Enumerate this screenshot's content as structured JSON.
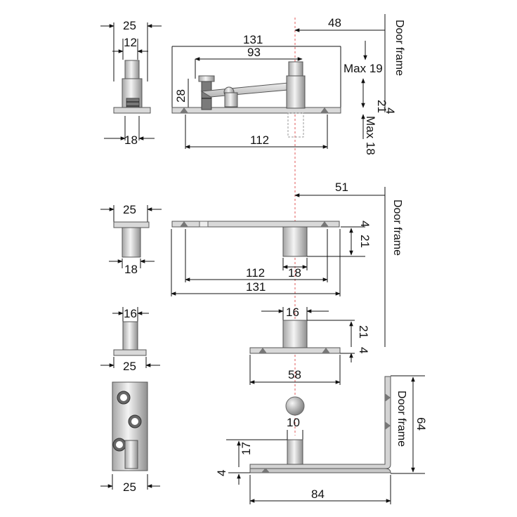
{
  "diagram": {
    "colors": {
      "metal_light": "#f2f2f2",
      "metal_dark": "#9a9a9a",
      "line": "#111111",
      "axis": "#e05a5a"
    },
    "door_frame_label": "Door frame",
    "top_section": {
      "side": {
        "d25": "25",
        "d12": "12",
        "d18": "18"
      },
      "front": {
        "d131": "131",
        "d93": "93",
        "d48": "48",
        "d28": "28",
        "max19": "Max 19",
        "d21": "21",
        "d4": "4",
        "max18": "Max 18",
        "d112": "112"
      }
    },
    "mid_section": {
      "side": {
        "d25": "25",
        "d18": "18"
      },
      "front": {
        "d51": "51",
        "d4": "4",
        "d21": "21",
        "d112": "112",
        "d18": "18",
        "d131": "131"
      }
    },
    "low_section": {
      "side": {
        "d16": "16",
        "d25": "25"
      },
      "front": {
        "d16": "16",
        "d21": "21",
        "d4": "4",
        "d58": "58"
      }
    },
    "bottom_section": {
      "side": {
        "d25": "25"
      },
      "front": {
        "d10": "10",
        "d17": "17",
        "d4": "4",
        "d84": "84",
        "d64": "64"
      }
    }
  }
}
